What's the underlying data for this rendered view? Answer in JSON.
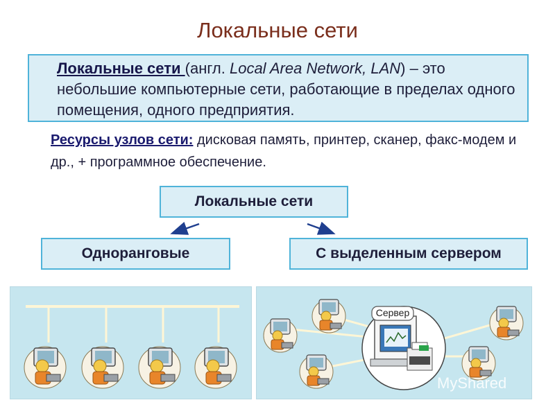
{
  "title": "Локальные сети",
  "definition": {
    "term": "Локальные сети ",
    "open": " (англ. ",
    "english": "Local Area Network, LAN",
    "rest": ") – это небольшие компьютерные сети, работающие в пределах одного помещения, одного предприятия."
  },
  "resources": {
    "term": "Ресурсы узлов сети:",
    "text": " дисковая память, принтер, сканер, факс-модем и др., + программное обеспечение."
  },
  "classification": {
    "root": "Локальные сети",
    "left": "Одноранговые",
    "right": "С выделенным сервером"
  },
  "server_label": "Сервер",
  "watermark": "MyShared",
  "colors": {
    "title": "#7a2e1c",
    "box_fill": "#dbeef6",
    "box_border": "#4fb3d9",
    "panel_fill": "#c6e6ef",
    "arrow": "#1f3f8f",
    "cable": "#fff6d6"
  }
}
